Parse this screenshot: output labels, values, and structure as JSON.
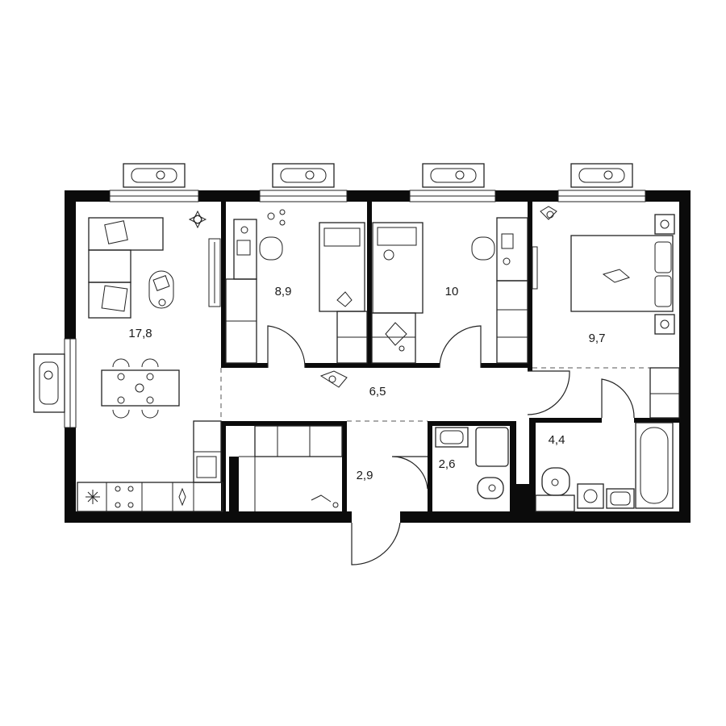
{
  "plan": {
    "wall_color": "#0b0b0b",
    "line_color": "#222222",
    "rooms": [
      {
        "id": "living-kitchen",
        "area": "17,8"
      },
      {
        "id": "bedroom-1",
        "area": "8,9"
      },
      {
        "id": "bedroom-2",
        "area": "10"
      },
      {
        "id": "bedroom-3",
        "area": "9,7"
      },
      {
        "id": "hallway",
        "area": "6,5"
      },
      {
        "id": "entry",
        "area": "2,9"
      },
      {
        "id": "wc",
        "area": "2,6"
      },
      {
        "id": "bathroom",
        "area": "4,4"
      }
    ]
  }
}
